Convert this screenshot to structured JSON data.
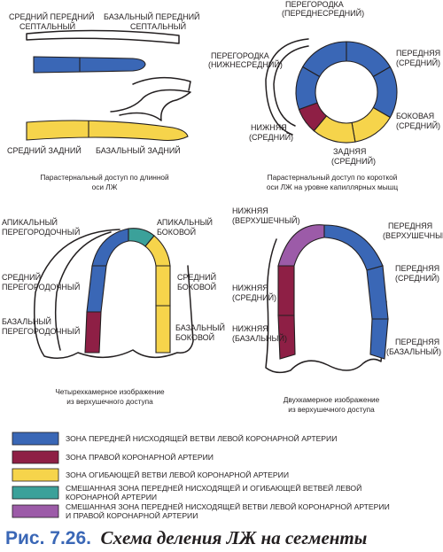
{
  "colors": {
    "lad": "#3a67b6",
    "rca": "#8e1f45",
    "lcx": "#f6d44b",
    "lad_lcx": "#3ba19a",
    "lad_rca": "#9c5ba8",
    "outline": "#231f20",
    "title_accent": "#3a67b6"
  },
  "panel_plax": {
    "labels": {
      "ant_mid": [
        "СРЕДНИЙ ПЕРЕДНИЙ",
        "СЕПТАЛЬНЫЙ"
      ],
      "ant_basal": [
        "БАЗАЛЬНЫЙ ПЕРЕДНИЙ",
        "СЕПТАЛЬНЫЙ"
      ],
      "post_mid": "СРЕДНИЙ ЗАДНИЙ",
      "post_basal": "БАЗАЛЬНЫЙ ЗАДНИЙ"
    },
    "caption": [
      "Парастернальный доступ по длинной",
      "оси ЛЖ"
    ]
  },
  "panel_psax": {
    "labels": {
      "anteroseptal": [
        "ПЕРЕГОРОДКА",
        "(ПЕРЕДНЕСРЕДНИЙ)"
      ],
      "inferoseptal": [
        "ПЕРЕГОРОДКА",
        "(НИЖНЕСРЕДНИЙ)"
      ],
      "anterior": [
        "ПЕРЕДНЯЯ",
        "(СРЕДНИЙ)"
      ],
      "inferior": [
        "НИЖНЯЯ",
        "(СРЕДНИЙ)"
      ],
      "lateral": [
        "БОКОВАЯ",
        "(СРЕДНИЙ)"
      ],
      "posterior": [
        "ЗАДНЯЯ",
        "(СРЕДНИЙ)"
      ]
    },
    "caption": [
      "Парастернальный доступ по короткой",
      "оси ЛЖ на уровне капиллярных мышц"
    ]
  },
  "panel_a4c": {
    "labels": {
      "apical_septal": [
        "АПИКАЛЬНЫЙ",
        "ПЕРЕГОРОДОЧНЫЙ"
      ],
      "apical_lateral": [
        "АПИКАЛЬНЫЙ",
        "БОКОВОЙ"
      ],
      "mid_septal": [
        "СРЕДНИЙ",
        "ПЕРЕГОРОДОЧНЫЙ"
      ],
      "mid_lateral": [
        "СРЕДНИЙ",
        "БОКОВОЙ"
      ],
      "basal_septal": [
        "БАЗАЛЬНЫЙ",
        "ПЕРЕГОРОДОЧНЫЙ"
      ],
      "basal_lateral": [
        "БАЗАЛЬНЫЙ",
        "БОКОВОЙ"
      ]
    },
    "caption": [
      "Четырехкамерное изображение",
      "из верхушечного доступа"
    ]
  },
  "panel_a2c": {
    "labels": {
      "inferior_apical": [
        "НИЖНЯЯ",
        "(ВЕРХУШЕЧНЫЙ)"
      ],
      "anterior_apical": [
        "ПЕРЕДНЯЯ",
        "(ВЕРХУШЕЧНЫЙ)"
      ],
      "anterior_mid": [
        "ПЕРЕДНЯЯ",
        "(СРЕДНИЙ)"
      ],
      "inferior_mid": [
        "НИЖНЯЯ",
        "(СРЕДНИЙ)"
      ],
      "inferior_basal": [
        "НИЖНЯЯ",
        "(БАЗАЛЬНЫЙ)"
      ],
      "anterior_basal": [
        "ПЕРЕДНЯЯ",
        "(БАЗАЛЬНЫЙ)"
      ]
    },
    "caption": [
      "Двухкамерное изображение",
      "из верхушечного доступа"
    ]
  },
  "legend": [
    {
      "color": "#3a67b6",
      "lines": [
        "ЗОНА ПЕРЕДНЕЙ НИСХОДЯЩЕЙ ВЕТВИ ЛЕВОЙ КОРОНАРНОЙ АРТЕРИИ"
      ]
    },
    {
      "color": "#8e1f45",
      "lines": [
        "ЗОНА ПРАВОЙ КОРОНАРНОЙ АРТЕРИИ"
      ]
    },
    {
      "color": "#f6d44b",
      "lines": [
        "ЗОНА ОГИБАЮЩЕЙ ВЕТВИ ЛЕВОЙ КОРОНАРНОЙ АРТЕРИИ"
      ]
    },
    {
      "color": "#3ba19a",
      "lines": [
        "СМЕШАННАЯ ЗОНА ПЕРЕДНЕЙ НИСХОДЯЩЕЙ И ОГИБАЮЩЕЙ ВЕТВЕЙ ЛЕВОЙ",
        "КОРОНАРНОЙ АРТЕРИИ"
      ]
    },
    {
      "color": "#9c5ba8",
      "lines": [
        "СМЕШАННАЯ ЗОНА ПЕРЕДНЕЙ НИСХОДЯЩЕЙ ВЕТВИ ЛЕВОЙ КОРОНАРНОЙ АРТЕРИИ",
        "И ПРАВОЙ КОРОНАРНОЙ АРТЕРИИ"
      ]
    }
  ],
  "figure_title": {
    "number": "Рис. 7.26.",
    "text": "Схема деления ЛЖ на сегменты"
  }
}
